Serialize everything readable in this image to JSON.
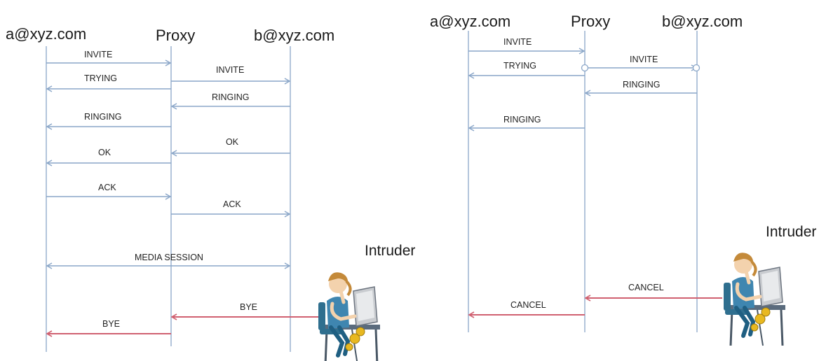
{
  "colors": {
    "lifeline": "#8aa6c8",
    "arrow": "#8aa6c8",
    "attack_arrow": "#d06070",
    "text": "#1a1a1a"
  },
  "left": {
    "participants": [
      "a@xyz.com",
      "Proxy",
      "b@xyz.com"
    ],
    "intruder_label": "Intruder",
    "messages": [
      {
        "label": "INVITE",
        "from": "a@xyz.com",
        "to": "Proxy",
        "attack": false
      },
      {
        "label": "TRYING",
        "from": "Proxy",
        "to": "a@xyz.com",
        "attack": false
      },
      {
        "label": "INVITE",
        "from": "Proxy",
        "to": "b@xyz.com",
        "attack": false
      },
      {
        "label": "RINGING",
        "from": "b@xyz.com",
        "to": "Proxy",
        "attack": false
      },
      {
        "label": "RINGING",
        "from": "Proxy",
        "to": "a@xyz.com",
        "attack": false
      },
      {
        "label": "OK",
        "from": "b@xyz.com",
        "to": "Proxy",
        "attack": false
      },
      {
        "label": "OK",
        "from": "Proxy",
        "to": "a@xyz.com",
        "attack": false
      },
      {
        "label": "ACK",
        "from": "a@xyz.com",
        "to": "Proxy",
        "attack": false
      },
      {
        "label": "ACK",
        "from": "Proxy",
        "to": "b@xyz.com",
        "attack": false
      },
      {
        "label": "MEDIA SESSION",
        "from": "a@xyz.com",
        "to": "b@xyz.com",
        "bidirectional": true,
        "attack": false
      },
      {
        "label": "BYE",
        "from": "Intruder",
        "to": "Proxy",
        "attack": true
      },
      {
        "label": "BYE",
        "from": "Proxy",
        "to": "a@xyz.com",
        "attack": true
      }
    ]
  },
  "right": {
    "participants": [
      "a@xyz.com",
      "Proxy",
      "b@xyz.com"
    ],
    "intruder_label": "Intruder",
    "messages": [
      {
        "label": "INVITE",
        "from": "a@xyz.com",
        "to": "Proxy",
        "attack": false
      },
      {
        "label": "TRYING",
        "from": "Proxy",
        "to": "a@xyz.com",
        "attack": false
      },
      {
        "label": "INVITE",
        "from": "Proxy",
        "to": "b@xyz.com",
        "attack": false
      },
      {
        "label": "RINGING",
        "from": "b@xyz.com",
        "to": "Proxy",
        "attack": false
      },
      {
        "label": "RINGING",
        "from": "Proxy",
        "to": "a@xyz.com",
        "attack": false
      },
      {
        "label": "CANCEL",
        "from": "Intruder",
        "to": "Proxy",
        "attack": true
      },
      {
        "label": "CANCEL",
        "from": "Proxy",
        "to": "a@xyz.com",
        "attack": true
      }
    ]
  }
}
